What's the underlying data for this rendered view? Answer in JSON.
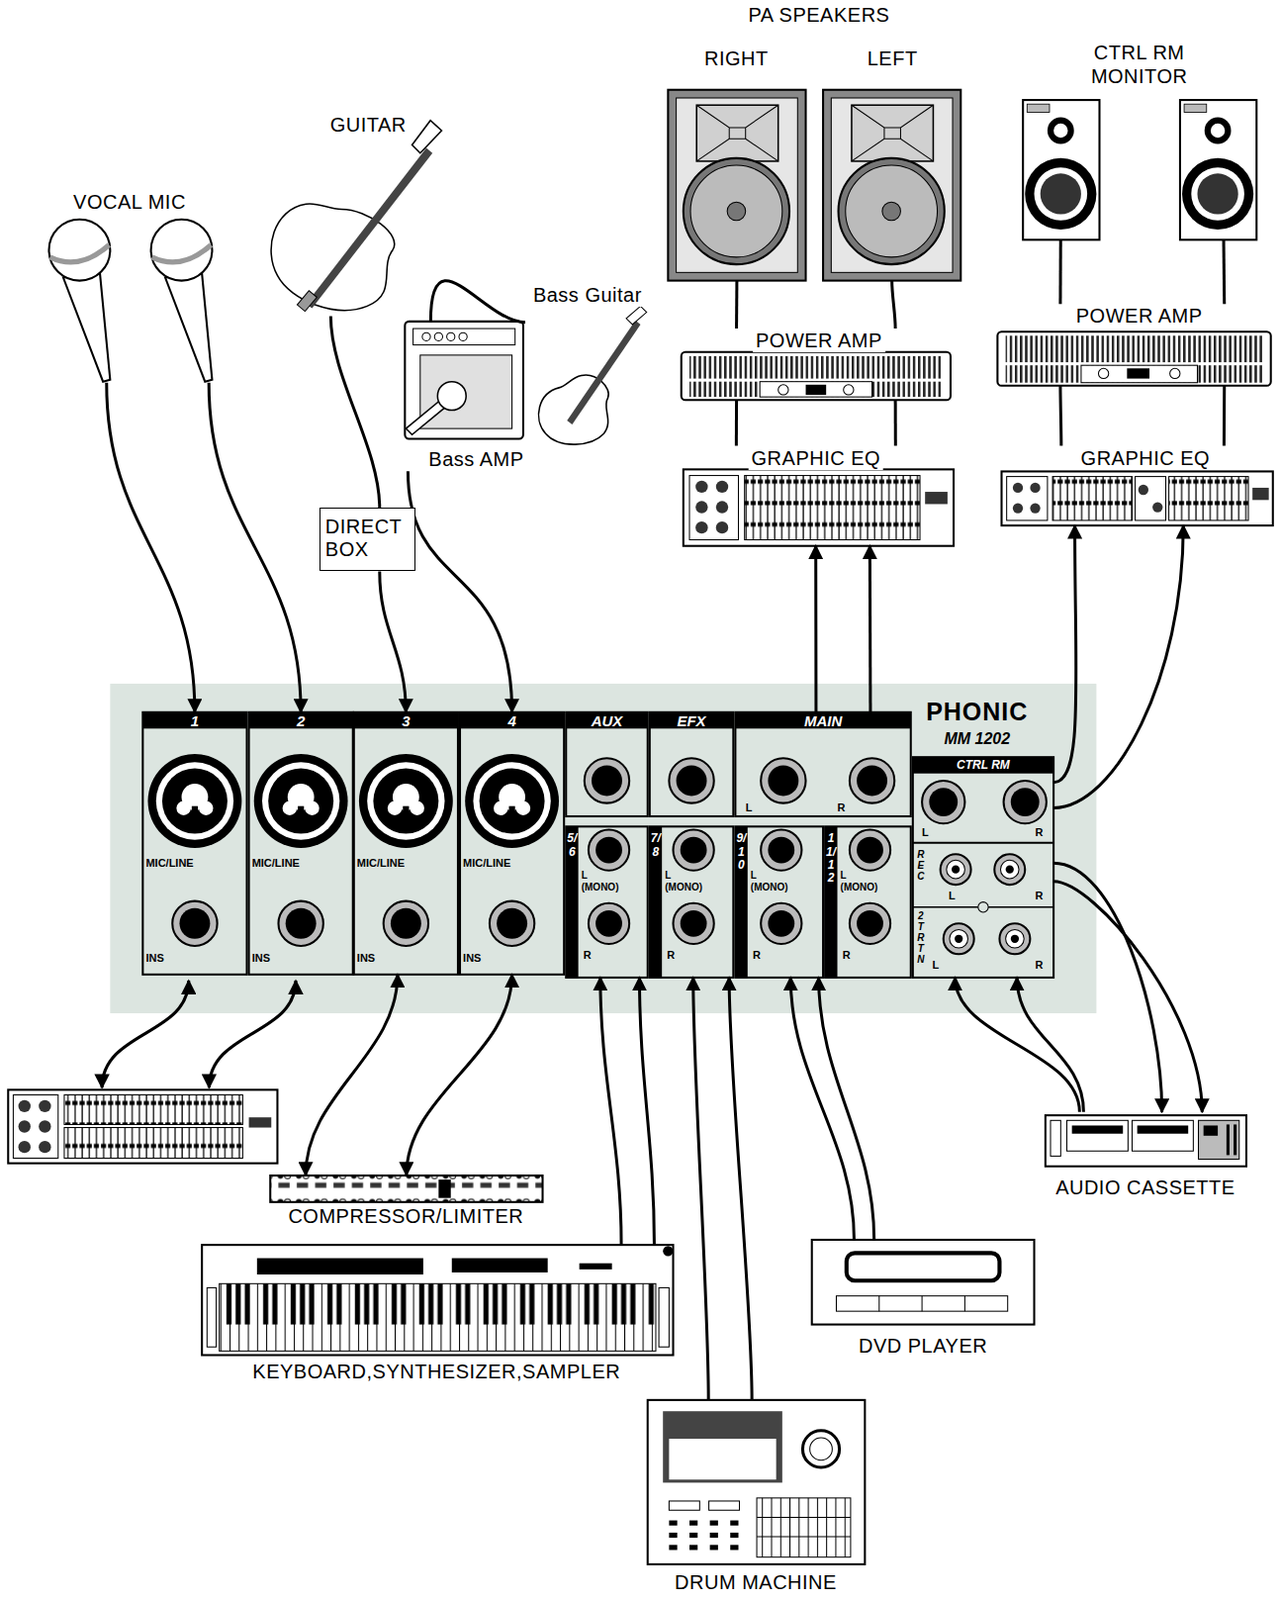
{
  "diagram": {
    "nodes": [
      {
        "text": [
          "PA SPEAKERS"
        ]
      },
      {
        "text": [
          "RIGHT"
        ],
        "in": 0
      },
      {
        "text": [
          "LEFT"
        ],
        "in": 0
      },
      {
        "text": [
          "CTRL RM MONITOR"
        ]
      },
      {
        "text": [
          "GUITAR"
        ]
      },
      {
        "text": [
          "VOCAL MIC"
        ]
      },
      {
        "text": [
          "Bass Guitar"
        ]
      },
      {
        "text": [
          "POWER AMP"
        ]
      },
      {
        "text": [
          "POWER AMP"
        ]
      },
      {
        "text": [
          "Bass AMP"
        ]
      },
      {
        "text": [
          "GRAPHIC EQ"
        ]
      },
      {
        "text": [
          "GRAPHIC EQ"
        ]
      },
      {
        "text": [
          "DIRECT BOX"
        ]
      },
      {
        "text": [
          "PHONIC",
          "MM 1202"
        ]
      },
      {
        "text": [
          "1",
          "MIC/LINE",
          "INS"
        ],
        "in": 13
      },
      {
        "text": [
          "2",
          "MIC/LINE",
          "INS"
        ],
        "in": 13
      },
      {
        "text": [
          "3",
          "MIC/LINE",
          "INS"
        ],
        "in": 13
      },
      {
        "text": [
          "4",
          "MIC/LINE",
          "INS"
        ],
        "in": 13
      },
      {
        "text": [
          "AUX"
        ],
        "in": 13
      },
      {
        "text": [
          "EFX"
        ],
        "in": 13
      },
      {
        "text": [
          "MAIN",
          "L",
          "R"
        ],
        "in": 13
      },
      {
        "text": [
          "CTRL RM",
          "L",
          "R"
        ],
        "in": 13
      },
      {
        "text": [
          "5/6",
          "L (MONO)",
          "R"
        ],
        "in": 13
      },
      {
        "text": [
          "7/8",
          "L (MONO)",
          "R"
        ],
        "in": 13
      },
      {
        "text": [
          "9/10",
          "L (MONO)",
          "R"
        ],
        "in": 13
      },
      {
        "text": [
          "11/12",
          "L (MONO)",
          "R"
        ],
        "in": 13
      },
      {
        "text": [
          "REC",
          "L",
          "R"
        ],
        "in": 13
      },
      {
        "text": [
          "2T RTN",
          "L",
          "R"
        ],
        "in": 13
      },
      {
        "text": [
          "AUDIO CASSETTE"
        ]
      },
      {
        "text": [
          "COMPRESSOR/LIMITER"
        ]
      },
      {
        "text": [
          "DVD PLAYER"
        ]
      },
      {
        "text": [
          "KEYBOARD,SYNTHESIZER,SAMPLER"
        ]
      },
      {
        "text": [
          "DRUM MACHINE"
        ]
      }
    ],
    "edges": [
      {
        "from": 5,
        "to": 14,
        "arrow": "to"
      },
      {
        "from": 5,
        "to": 15,
        "arrow": "to"
      },
      {
        "from": 4,
        "to": 12,
        "arrow": "none"
      },
      {
        "from": 12,
        "to": 16,
        "arrow": "to"
      },
      {
        "from": 6,
        "to": 9,
        "arrow": "none"
      },
      {
        "from": 9,
        "to": 17,
        "arrow": "to"
      },
      {
        "from": 20,
        "to": 10,
        "arrow": "to"
      },
      {
        "from": 20,
        "to": 10,
        "arrow": "to"
      },
      {
        "from": 10,
        "to": 7,
        "arrow": "none"
      },
      {
        "from": 10,
        "to": 7,
        "arrow": "none"
      },
      {
        "from": 7,
        "to": 1,
        "arrow": "none"
      },
      {
        "from": 7,
        "to": 2,
        "arrow": "none"
      },
      {
        "from": 21,
        "to": 11,
        "arrow": "to"
      },
      {
        "from": 21,
        "to": 11,
        "arrow": "to"
      },
      {
        "from": 11,
        "to": 8,
        "arrow": "none"
      },
      {
        "from": 11,
        "to": 8,
        "arrow": "none"
      },
      {
        "from": 8,
        "to": 3,
        "arrow": "none"
      },
      {
        "from": 8,
        "to": 3,
        "arrow": "none"
      },
      {
        "from": 16,
        "to": 29,
        "arrow": "both"
      },
      {
        "from": 17,
        "to": 29,
        "arrow": "both"
      },
      {
        "from": 31,
        "to": 22,
        "arrow": "to"
      },
      {
        "from": 31,
        "to": 22,
        "arrow": "to"
      },
      {
        "from": 32,
        "to": 23,
        "arrow": "to"
      },
      {
        "from": 32,
        "to": 23,
        "arrow": "to"
      },
      {
        "from": 30,
        "to": 24,
        "arrow": "to"
      },
      {
        "from": 30,
        "to": 24,
        "arrow": "to"
      },
      {
        "from": 26,
        "to": 28,
        "arrow": "to"
      },
      {
        "from": 26,
        "to": 28,
        "arrow": "to"
      },
      {
        "from": 28,
        "to": 27,
        "arrow": "to"
      },
      {
        "from": 28,
        "to": 27,
        "arrow": "to"
      }
    ]
  }
}
